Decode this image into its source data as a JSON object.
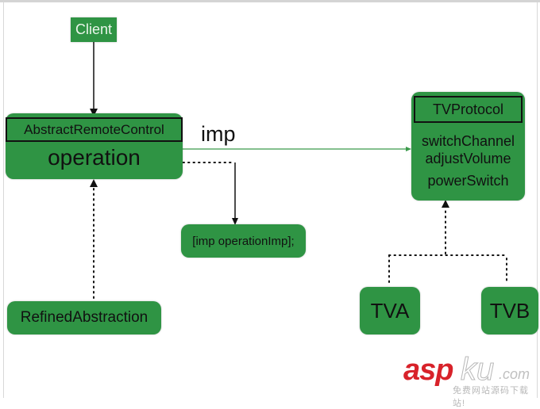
{
  "diagram": {
    "client": "Client",
    "abstraction": {
      "name": "AbstractRemoteControl",
      "method": "operation"
    },
    "relation_label": "imp",
    "implementation_call": "[imp operationImp];",
    "refined": "RefinedAbstraction",
    "protocol": {
      "name": "TVProtocol",
      "methods": [
        "switchChannel",
        "adjustVolume",
        "powerSwitch"
      ]
    },
    "concrete": [
      "TVA",
      "TVB"
    ]
  },
  "colors": {
    "node_fill": "#2f9444",
    "relation_line": "#3a9a4a",
    "watermark_red": "#d8222a"
  },
  "watermark": {
    "brand_a": "asp",
    "brand_b": "ku",
    "suffix": ".com",
    "tagline": "免费网站源码下载站!"
  }
}
